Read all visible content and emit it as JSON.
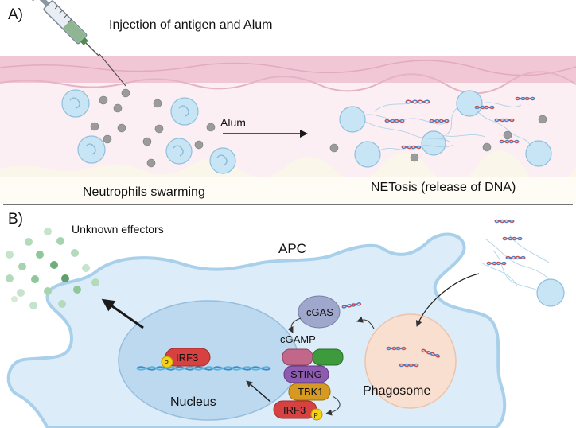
{
  "panel_a": {
    "label": "A)",
    "injection_text": "Injection of antigen and Alum",
    "alum_label": "Alum",
    "swarming_label": "Neutrophils swarming",
    "netosis_label": "NETosis (release of DNA)"
  },
  "panel_b": {
    "label": "B)",
    "effectors_label": "Unknown effectors",
    "apc_label": "APC",
    "cgas_label": "cGAS",
    "cgamp_label": "cGAMP",
    "sting_label": "STING",
    "tbk1_label": "TBK1",
    "irf3_label": "IRF3",
    "irf3_nucleus_label": "IRF3",
    "phospho_label": "P",
    "nucleus_label": "Nucleus",
    "phagosome_label": "Phagosome"
  },
  "colors": {
    "skin_top": "#f3ccdc",
    "skin_body": "#fbeef2",
    "neutrophil": "#c9e6f5",
    "alum": "#9a9a9a",
    "cell": "#dcecf8",
    "cell_border": "#9cc8e6",
    "nucleus": "#bcd9f0",
    "phagosome": "#f8e0d2",
    "cgas": "#9fa8cc",
    "sting": "#8d5bb0",
    "tbk1": "#d69a22",
    "irf3": "#d64242",
    "phospho": "#f5d21a",
    "effector": "#8fc79a"
  }
}
